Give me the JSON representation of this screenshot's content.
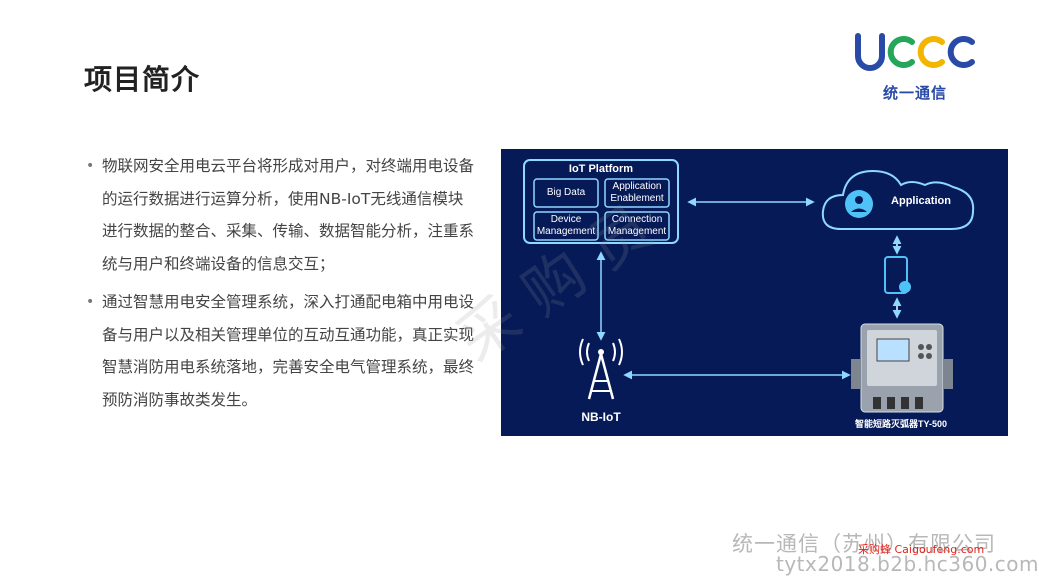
{
  "slide": {
    "title": "项目简介",
    "logo": {
      "mark": "UCCC",
      "name": "统一通信"
    },
    "bullets": [
      "物联网安全用电云平台将形成对用户，对终端用电设备的运行数据进行运算分析，使用NB-IoT无线通信模块进行数据的整合、采集、传输、数据智能分析，注重系统与用户和终端设备的信息交互；",
      "通过智慧用电安全管理系统，深入打通配电箱中用电设备与用户以及相关管理单位的互动互通功能，真正实现智慧消防用电系统落地，完善安全电气管理系统，最终预防消防事故类发生。"
    ],
    "watermark": "采购员"
  },
  "diagram": {
    "platform_title": "IoT Platform",
    "boxes": [
      "Big Data",
      "Application Enablement",
      "Device Management",
      "Connection Management"
    ],
    "cloud_label": "Application",
    "nbiot_label": "NB-IoT",
    "device_label": "智能短路灭弧器TY-500"
  },
  "footer": {
    "company": "统一通信（苏州）有限公司",
    "caigou": "采购蜂 Caigoufeng.com",
    "url": "tytx2018.b2b.hc360.com"
  },
  "colors": {
    "diagram_bg": "#061a58",
    "line": "#8fd8ff",
    "logo_blue": "#2a4aa8",
    "logo_green": "#25a65a",
    "logo_yellow": "#f2b500"
  }
}
